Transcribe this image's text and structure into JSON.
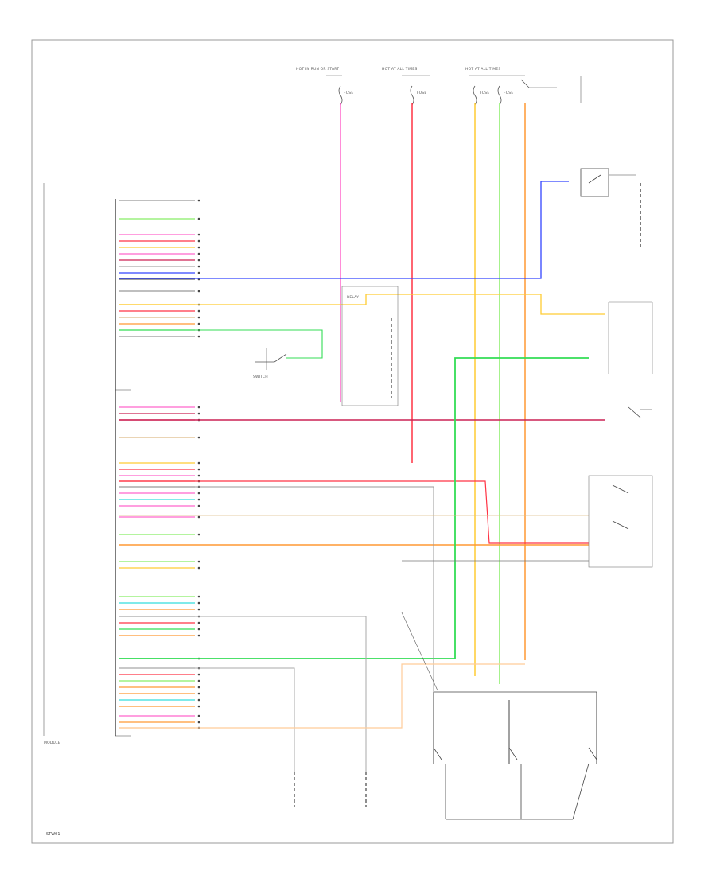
{
  "labels": {
    "top_feed_1": "HOT IN RUN OR START",
    "top_feed_2": "HOT AT ALL TIMES",
    "top_feed_3": "HOT AT ALL TIMES",
    "fuse_a": "FUSE",
    "fuse_b": "FUSE",
    "fuse_c": "FUSE",
    "fuse_d": "FUSE",
    "bottom_left_page": "STW01"
  },
  "wire_colors": {
    "pink": "#ff66cc",
    "red": "#ff3344",
    "blue": "#3344ff",
    "green": "#33dd55",
    "orange": "#ff9933",
    "yellow": "#ffcc33",
    "tan": "#ddbb88",
    "gray": "#999999",
    "cyan": "#33dddd",
    "lightgreen": "#88ee66"
  }
}
